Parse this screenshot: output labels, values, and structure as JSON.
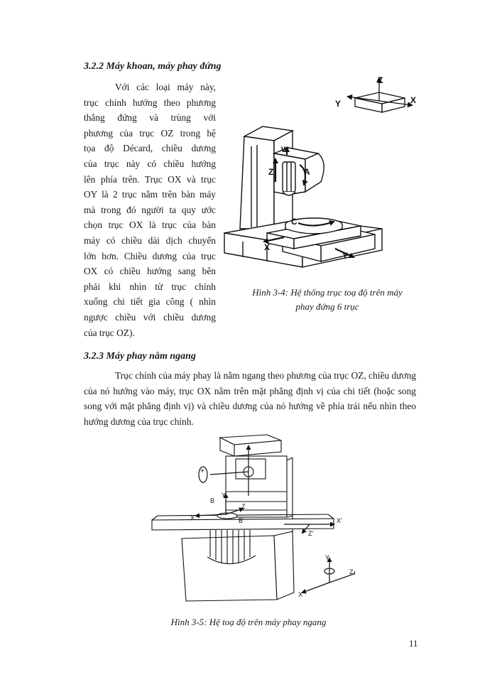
{
  "section_322": {
    "heading": "3.2.2  Máy khoan, máy phay đứng",
    "lines": [
      "Với các loại máy này,",
      "trục chính hướng theo phương",
      "thẳng đứng và trùng với",
      "phương của trục OZ trong hệ",
      "tọa độ Décard, chiều dương",
      "của trục này có chiều hướng",
      "lên phía trên. Trục OX  và trục",
      "OY là 2 trục nằm trên bàn máy",
      "mà trong đó người ta quy ước",
      "chọn trục OX là trục của bàn",
      "máy có chiều dài dịch chuyển",
      "lớn hơn. Chiều dương của trục",
      "OX có chiều hướng sang bên",
      "phải khi nhìn từ trục chính",
      "xuống chi tiết gia công ( nhìn",
      "ngược chiều với chiều dương",
      "của trục OZ)."
    ]
  },
  "figure_34": {
    "caption_line1": "Hình 3-4: Hệ thống trục toạ độ trên máy",
    "caption_line2": "phay đứng 6 trục",
    "labels": {
      "z_top": "Z",
      "y_top": "Y",
      "x_top": "X",
      "w": "W",
      "z": "Z",
      "a": "A",
      "c": "C",
      "x": "X",
      "y": "Y"
    }
  },
  "section_323": {
    "heading": "3.2.3 Máy phay nằm ngang",
    "paragraph": "Trục chính của máy phay là nằm ngang theo phương của trục OZ, chiều dương của nó hướng vào máy, trục OX nằm trên mặt phẳng định vị của chi tiết (hoặc song song với mặt phẳng định vị) và chiều dương của nó hướng về phía trái nếu nhìn theo hướng dương của trục chính."
  },
  "figure_35": {
    "caption": "Hình 3-5: Hệ toạ độ trên máy phay ngang",
    "labels": {
      "plus": "+",
      "y": "Y",
      "b": "B",
      "z": "Z",
      "x": "X",
      "b_prime": "B'",
      "x_prime": "X'",
      "z_prime": "Z'",
      "axis_y": "Y",
      "axis_z": "Z",
      "axis_x": "X"
    }
  },
  "page_number": "11"
}
